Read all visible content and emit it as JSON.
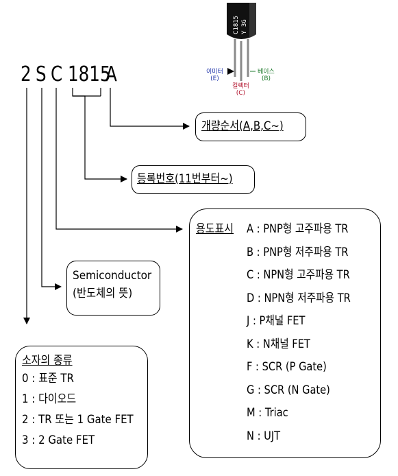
{
  "part_number": [
    "2",
    "S",
    "C",
    "1815",
    "A"
  ],
  "transistor": {
    "marking_line1": "C1815",
    "marking_line2": "Y   3G",
    "pin_emitter": [
      "이미터",
      "(E)"
    ],
    "pin_collector": [
      "컬렉터",
      "(C)"
    ],
    "pin_base": [
      "베이스",
      "(B)"
    ],
    "colors": {
      "emitter": "#1a2fa8",
      "collector": "#b0102a",
      "base": "#1e7a2c",
      "body": "#111111"
    }
  },
  "labels": {
    "revision": "개량순서(A,B,C~)",
    "serial": "등록번호(11번부터~)",
    "semiconductor": [
      "Semiconductor",
      "(반도체의 뜻)"
    ]
  },
  "usage": {
    "title": "용도표시",
    "items": [
      "A : PNP형  고주파용 TR",
      "B : PNP형  저주파용 TR",
      "C : NPN형  고주파용 TR",
      "D : NPN형  저주파용 TR",
      "J : P채널 FET",
      "K : N채널 FET",
      "F : SCR (P Gate)",
      "G : SCR (N Gate)",
      "M : Triac",
      "N : UJT"
    ]
  },
  "kind": {
    "title": "소자의 종류",
    "items": [
      "0 : 표준 TR",
      "1 : 다이오드",
      "2 : TR 또는 1 Gate FET",
      "3 : 2 Gate FET"
    ]
  }
}
